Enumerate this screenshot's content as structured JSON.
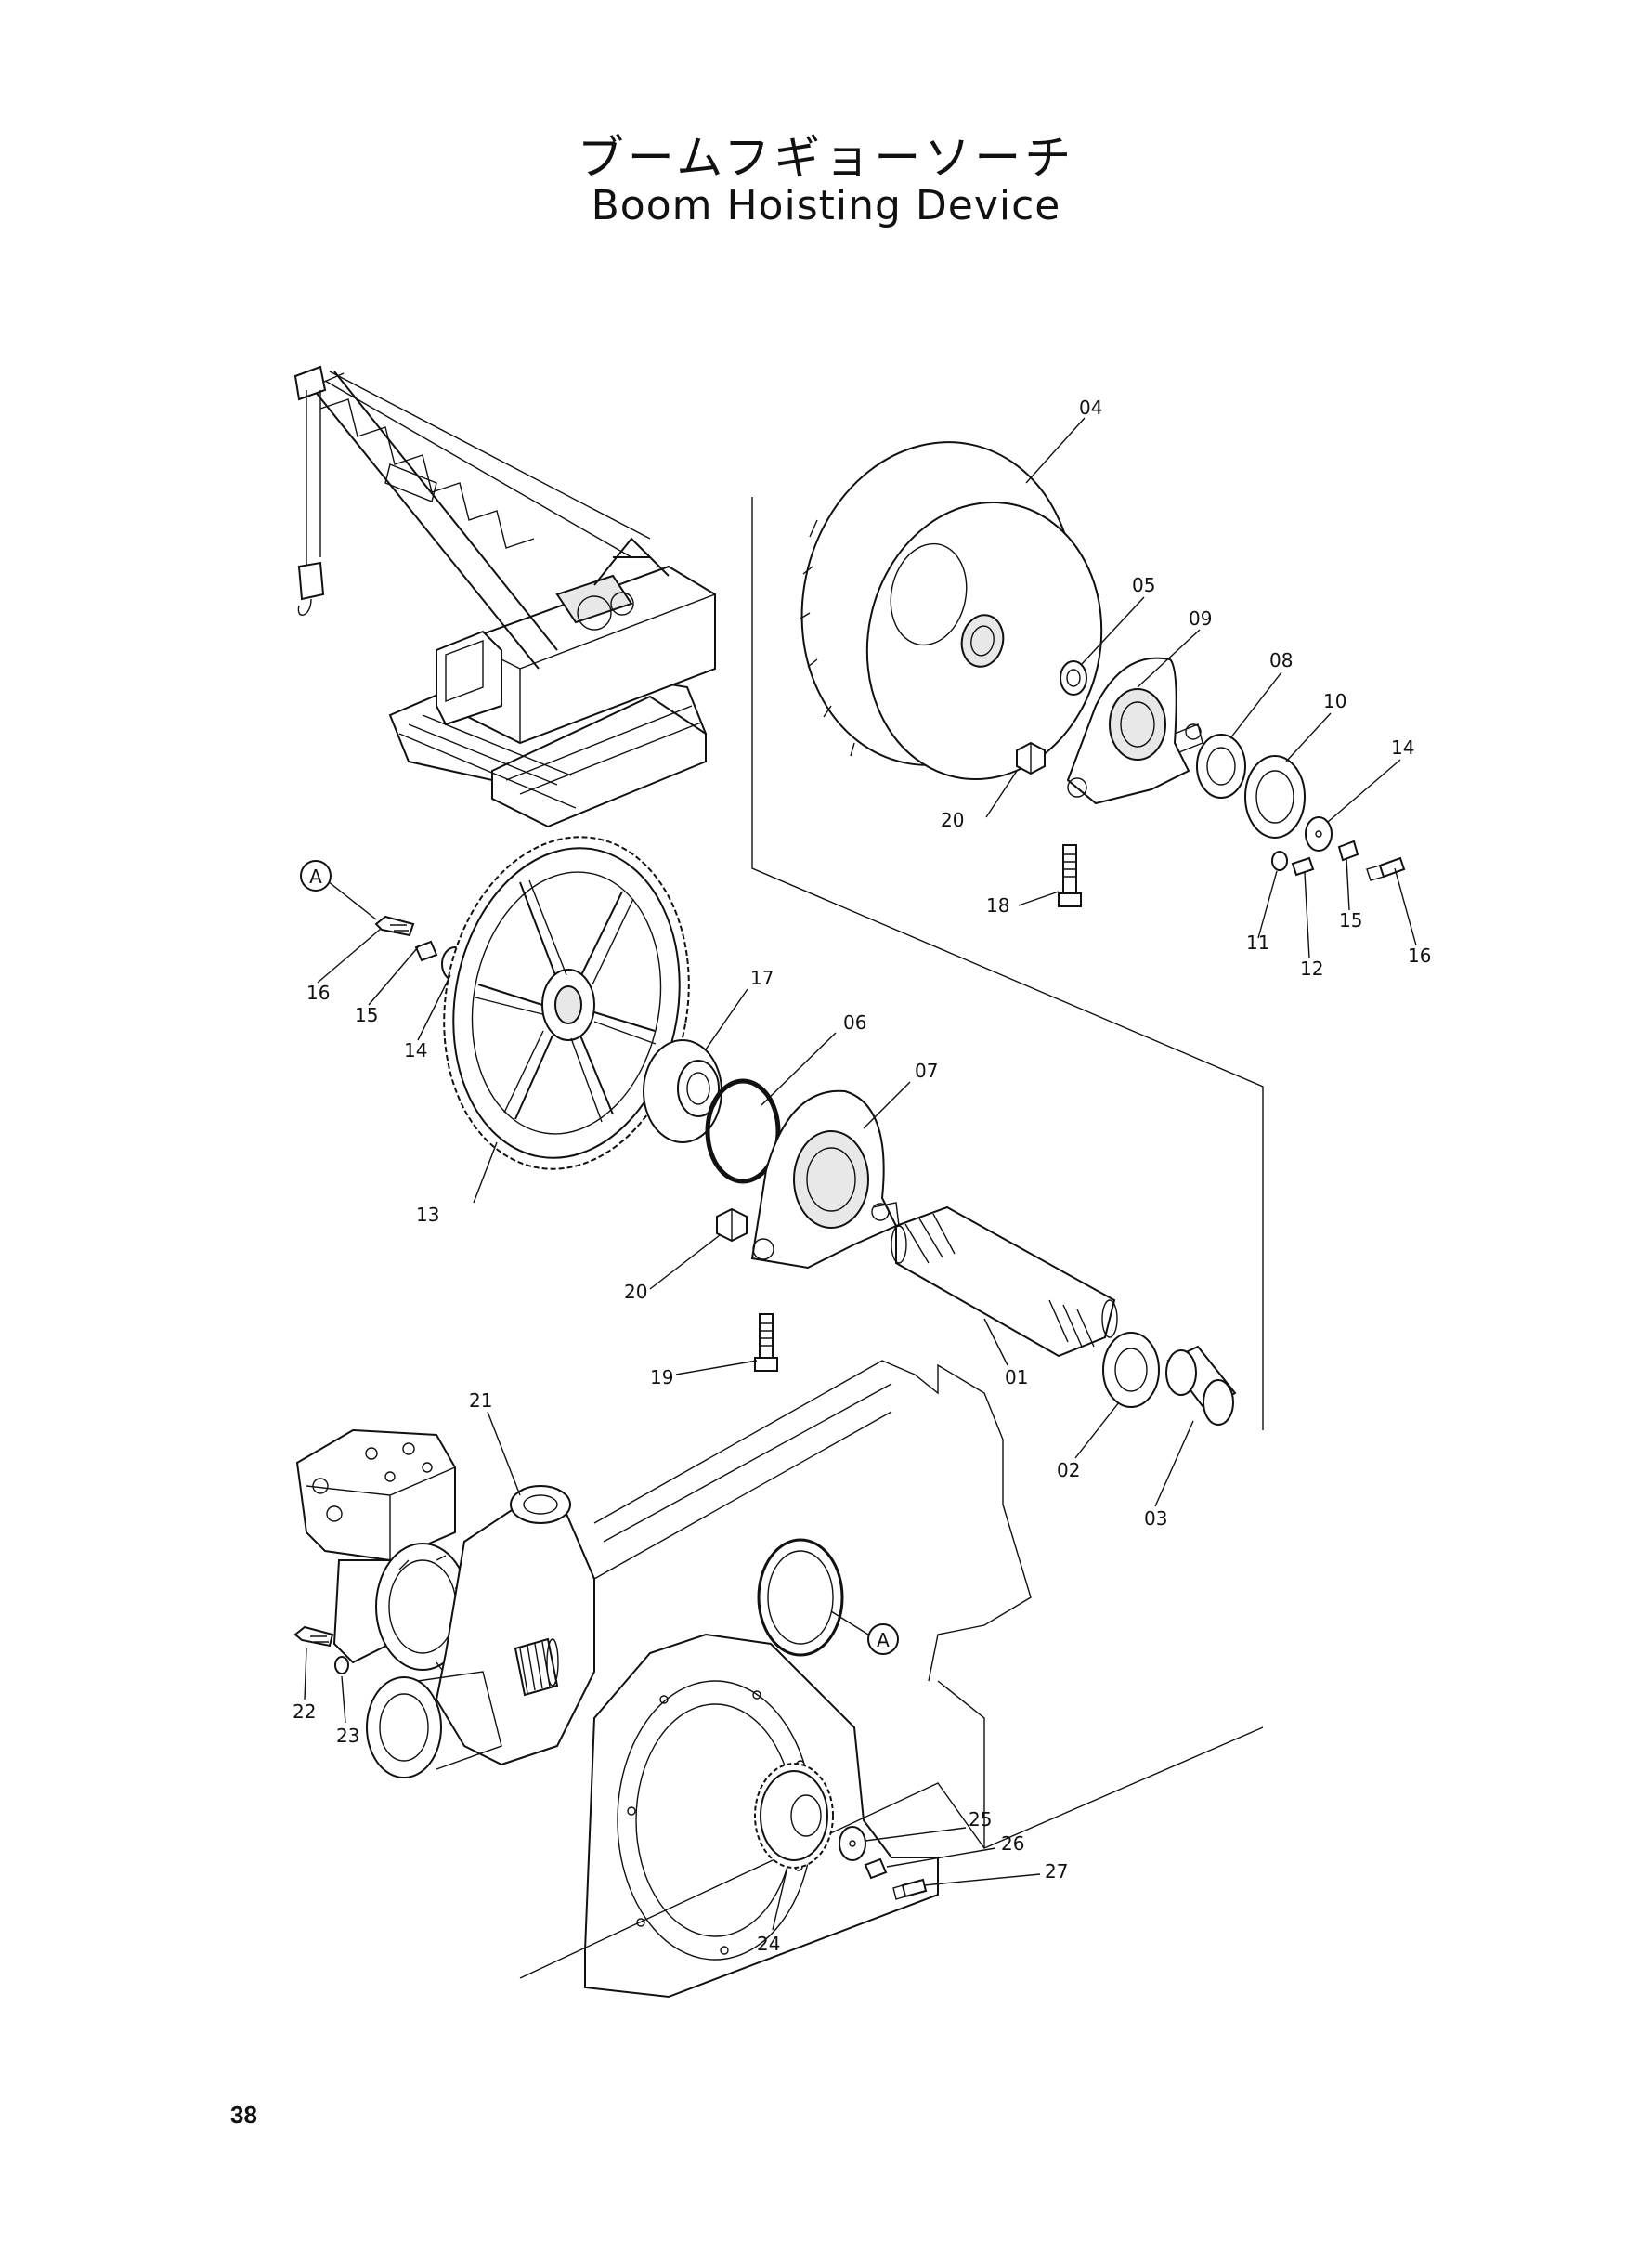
{
  "title_jp": "ブームフギョーソーチ",
  "title_en": "Boom Hoisting Device",
  "page_number": "38",
  "callout_reference": "A",
  "parts": [
    {
      "id": "p01",
      "label": "01"
    },
    {
      "id": "p02",
      "label": "02"
    },
    {
      "id": "p03",
      "label": "03"
    },
    {
      "id": "p04",
      "label": "04"
    },
    {
      "id": "p05",
      "label": "05"
    },
    {
      "id": "p06",
      "label": "06"
    },
    {
      "id": "p07",
      "label": "07"
    },
    {
      "id": "p08",
      "label": "08"
    },
    {
      "id": "p09",
      "label": "09"
    },
    {
      "id": "p10",
      "label": "10"
    },
    {
      "id": "p11",
      "label": "11"
    },
    {
      "id": "p12",
      "label": "12"
    },
    {
      "id": "p13",
      "label": "13"
    },
    {
      "id": "p14a",
      "label": "14"
    },
    {
      "id": "p14b",
      "label": "14"
    },
    {
      "id": "p15a",
      "label": "15"
    },
    {
      "id": "p15b",
      "label": "15"
    },
    {
      "id": "p16a",
      "label": "16"
    },
    {
      "id": "p16b",
      "label": "16"
    },
    {
      "id": "p17",
      "label": "17"
    },
    {
      "id": "p18",
      "label": "18"
    },
    {
      "id": "p19",
      "label": "19"
    },
    {
      "id": "p20a",
      "label": "20"
    },
    {
      "id": "p20b",
      "label": "20"
    },
    {
      "id": "p21",
      "label": "21"
    },
    {
      "id": "p22",
      "label": "22"
    },
    {
      "id": "p23",
      "label": "23"
    },
    {
      "id": "p24",
      "label": "24"
    },
    {
      "id": "p25",
      "label": "25"
    },
    {
      "id": "p26",
      "label": "26"
    },
    {
      "id": "p27",
      "label": "27"
    }
  ]
}
